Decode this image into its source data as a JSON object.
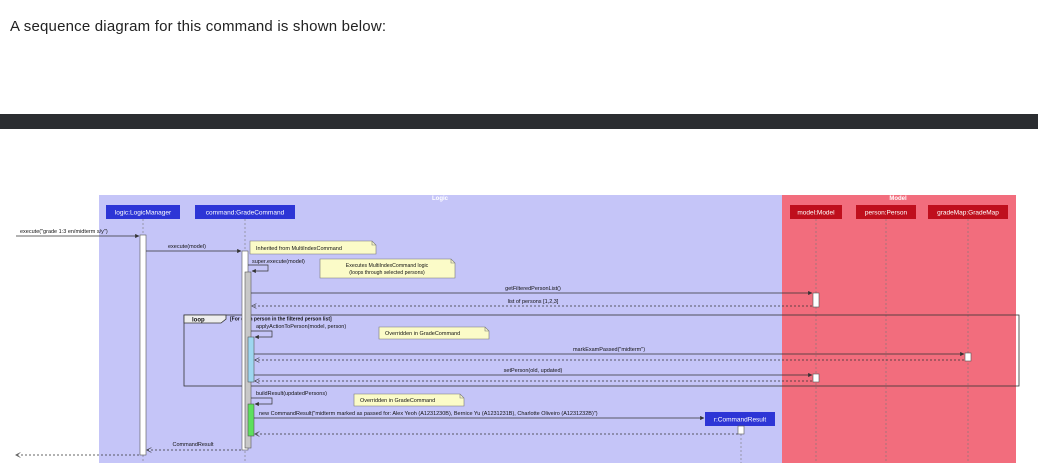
{
  "intro_text": "A sequence diagram for this command is shown below:",
  "colors": {
    "logic_bg": "#c5c5f8",
    "model_bg": "#f26d7d",
    "logic_participant": "#2d35d6",
    "model_participant": "#bf0f1d",
    "note_bg": "#fbfbc8",
    "activation_gray": "#c8c8c8",
    "activation_blue": "#9ed7f0",
    "activation_green": "#5de05d"
  },
  "boxes": {
    "logic_title": "Logic",
    "model_title": "Model"
  },
  "participants": {
    "logic_manager": "logic:LogicManager",
    "grade_command": "command:GradeCommand",
    "model": "model:Model",
    "person": "person:Person",
    "grade_map": "gradeMap:GradeMap",
    "command_result": "r:CommandResult"
  },
  "messages": {
    "execute_in": "execute(\"grade 1:3 en/midterm s/y\")",
    "execute_model": "execute(model)",
    "super_execute": "super.execute(model)",
    "get_filtered": "getFilteredPersonList()",
    "list_return": "list of persons [1,2,3]",
    "apply_action": "applyActionToPerson(model, person)",
    "mark_exam": "markExamPassed(\"midterm\")",
    "set_person": "setPerson(old, updated)",
    "build_result": "buildResult(updatedPersons)",
    "new_result": "new CommandResult(\"midterm marked as passed for: Alex Yeoh (A1231230B), Bernice Yu (A1231231B), Charlotte Oliveiro (A1231232B)\")",
    "command_result_return": "CommandResult"
  },
  "notes": {
    "inherited": "Inherited from MultiIndexCommand",
    "executes_line1": "Executes MultiIndexCommand logic",
    "executes_line2": "(loops through selected persons)",
    "overridden_apply": "Overridden in GradeCommand",
    "overridden_build": "Overridden in GradeCommand"
  },
  "loop": {
    "keyword": "loop",
    "guard": "[For each person in the filtered person list]"
  }
}
